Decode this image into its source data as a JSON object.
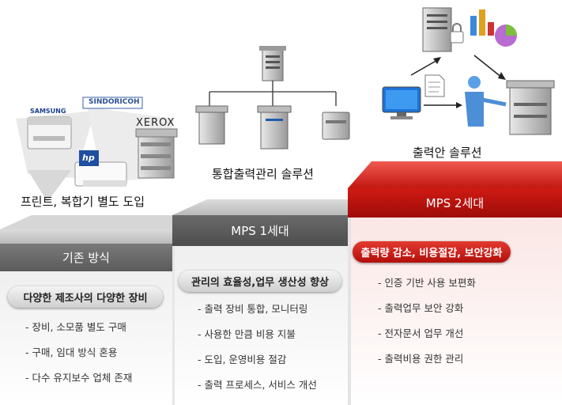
{
  "brands": {
    "samsung": "SAMSUNG",
    "sindoricoh": "SINDORICOH",
    "xerox": "XEROX",
    "hp": "hp"
  },
  "captions": {
    "left": "프린트, 복합기 별도 도입",
    "middle": "통합출력관리 솔루션",
    "right": "출력안 솔루션"
  },
  "stages": [
    {
      "heading": "기존 방식",
      "pill": "다양한 제조사의 다양한 장비",
      "items": [
        "장비, 소모품 별도 구매",
        "구매, 임대 방식 혼용",
        "다수 유지보수 업체 존재"
      ]
    },
    {
      "heading": "MPS 1세대",
      "pill": "관리의 효율성,업무 생산성 향상",
      "items": [
        "출력 장비 통합, 모니터링",
        "사용한 만큼 비용 지불",
        "도입, 운영비용 절감",
        "출력 프로세스, 서비스 개선"
      ]
    },
    {
      "heading": "MPS 2세대",
      "pill": "출력량 감소, 비용절감, 보안강화",
      "items": [
        "인증 기반 사용 보편화",
        "출력업무 보안 강화",
        "전자문서 업무 개선",
        "출력비용 권한 관리"
      ]
    }
  ],
  "colors": {
    "stage1": "#6d6d6d",
    "stage2": "#5e5e5e",
    "stage3": "#cc1a14",
    "pill_gray": "#d9d9d9",
    "pill_red": "#c4140e",
    "step_top": "#cfcfcf"
  }
}
